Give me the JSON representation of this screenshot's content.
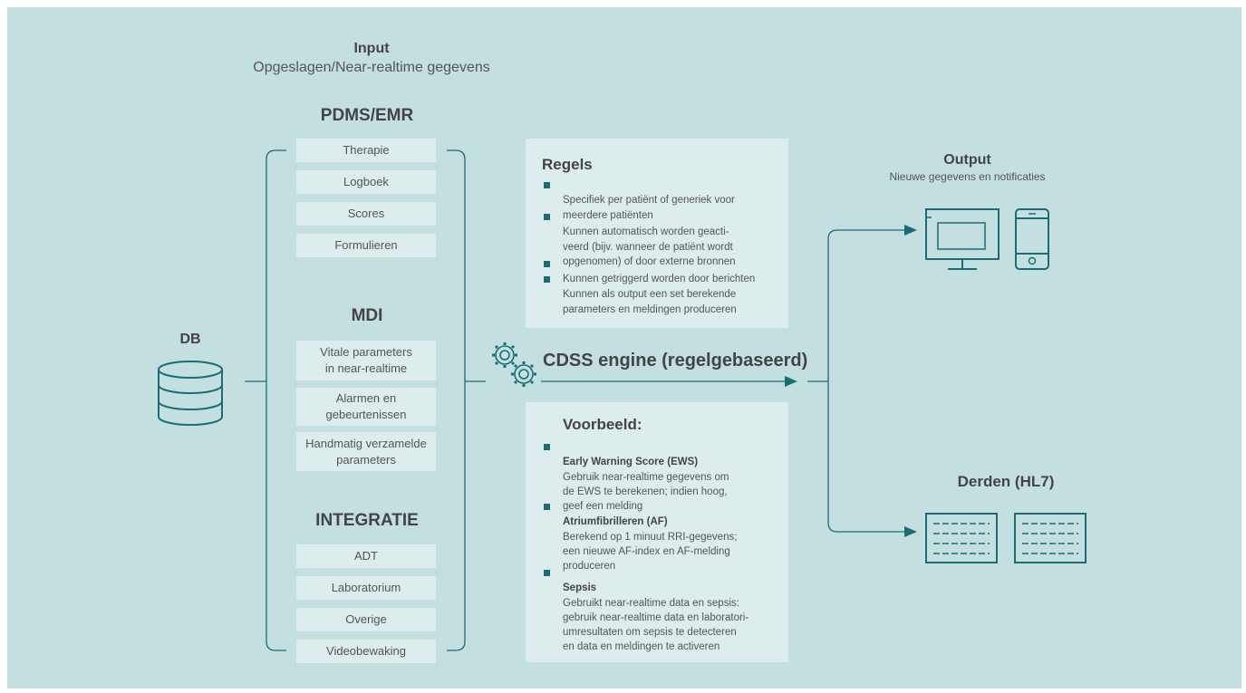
{
  "input": {
    "title": "Input",
    "subtitle": "Opgeslagen/Near-realtime gegevens"
  },
  "db_label": "DB",
  "pdms": {
    "title": "PDMS/EMR",
    "items": [
      "Therapie",
      "Logboek",
      "Scores",
      "Formulieren"
    ]
  },
  "mdi": {
    "title": "MDI",
    "items": [
      "Vitale parameters\nin near-realtime",
      "Alarmen en\ngebeurtenissen",
      "Handmatig verzamelde\nparameters"
    ]
  },
  "integratie": {
    "title": "INTEGRATIE",
    "items": [
      "ADT",
      "Laboratorium",
      "Overige",
      "Videobewaking"
    ]
  },
  "regels": {
    "title": "Regels",
    "items": [
      "Specifiek per patiënt of generiek voor\nmeerdere patiënten",
      "Kunnen automatisch worden geacti-\nveerd (bijv. wanneer de patiënt wordt\nopgenomen) of door externe bronnen",
      "Kunnen getriggerd worden door berichten",
      "Kunnen als output een set berekende\nparameters en meldingen produceren"
    ]
  },
  "engine": {
    "label": "CDSS engine (regelgebaseerd)"
  },
  "voorbeeld": {
    "title": "Voorbeeld:",
    "items": [
      {
        "title": "Early Warning Score (EWS)",
        "text": "Gebruik near-realtime gegevens om\nde EWS te berekenen; indien hoog,\ngeef een melding"
      },
      {
        "title": "Atriumfibrilleren (AF)",
        "text": "Berekend op 1 minuut RRI-gegevens;\neen nieuwe AF-index en AF-melding\nproduceren"
      },
      {
        "title": "Sepsis",
        "text": "Gebruikt near-realtime data en sepsis:\ngebruik near-realtime data en laboratori-\numresultaten om sepsis te detecteren\nen data en meldingen te activeren"
      }
    ]
  },
  "output": {
    "title": "Output",
    "subtitle": "Nieuwe gegevens en notificaties"
  },
  "derden": {
    "title": "Derden (HL7)"
  },
  "icons": [
    "database-icon",
    "gears-icon",
    "monitor-icon",
    "smartphone-icon",
    "document-icon"
  ],
  "colors": {
    "background": "#c4dfe0",
    "panel": "#ddeced",
    "accent": "#196d74",
    "text": "#555555"
  }
}
